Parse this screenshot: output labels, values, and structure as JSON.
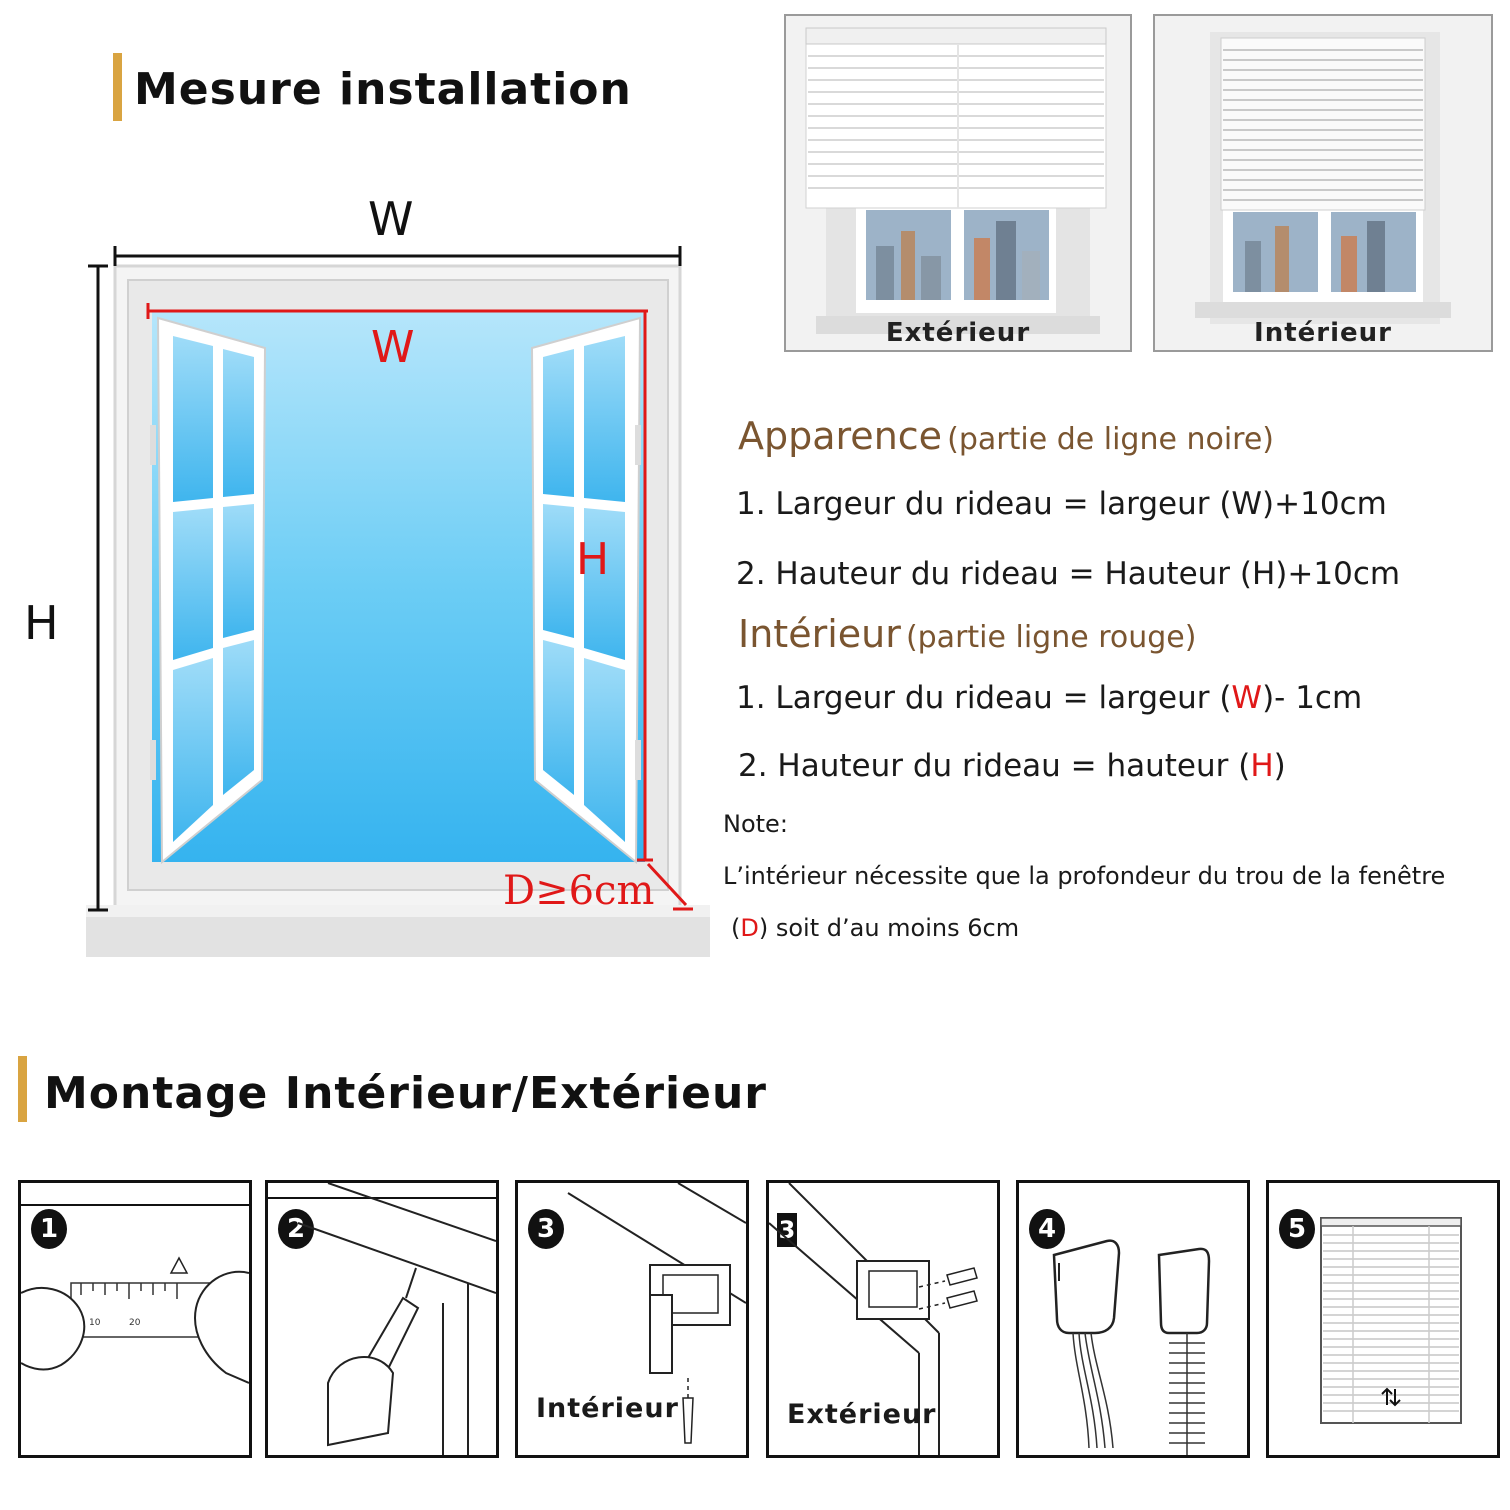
{
  "section1": {
    "title": "Mesure installation"
  },
  "diagram": {
    "outer_width_label": "W",
    "outer_height_label": "H",
    "inner_width_label": "W",
    "inner_height_label": "H",
    "depth_label": "D≥6cm"
  },
  "photos": {
    "exterior_caption": "Extérieur",
    "interior_caption": "Intérieur"
  },
  "apparence": {
    "heading": "Apparence",
    "subheading": "(partie de ligne noire)",
    "line1": "1. Largeur du rideau = largeur (W)+10cm",
    "line2": "2. Hauteur du rideau = Hauteur (H)+10cm"
  },
  "interieur": {
    "heading": "Intérieur",
    "subheading": "(partie ligne rouge)",
    "line1_prefix": "1. Largeur du rideau = largeur (",
    "line1_var": "W",
    "line1_suffix": ")-  1cm",
    "line2_prefix": "2. Hauteur du rideau = hauteur (",
    "line2_var": "H",
    "line2_suffix": ")"
  },
  "note": {
    "label": "Note:",
    "line1": "L’intérieur nécessite que la profondeur du trou de la fenêtre",
    "line2_prefix": "(",
    "line2_var": "D",
    "line2_suffix": ") soit d’au moins 6cm"
  },
  "section2": {
    "title": "Montage Intérieur/Extérieur"
  },
  "steps": [
    {
      "badge": "1",
      "caption": ""
    },
    {
      "badge": "2",
      "caption": ""
    },
    {
      "badge": "3",
      "caption": "Intérieur"
    },
    {
      "badge": "3",
      "caption": "Extérieur"
    },
    {
      "badge": "4",
      "caption": ""
    },
    {
      "badge": "5",
      "caption": ""
    }
  ],
  "ruler": {
    "tick_a": "10",
    "tick_b": "20"
  },
  "colors": {
    "accent_gold": "#d9a441",
    "red": "#e01818",
    "heading_brown": "#7a5530",
    "glass_blue": "#5cc4f2"
  }
}
